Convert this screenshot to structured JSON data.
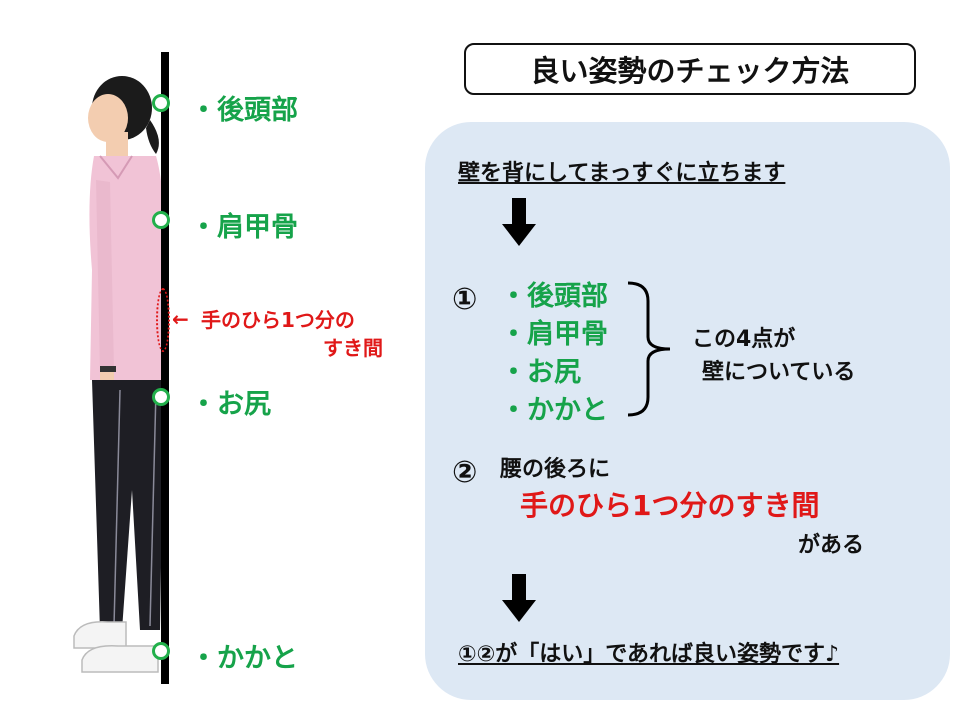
{
  "title": "良い姿勢のチェック方法",
  "contact_points": [
    "・後頭部",
    "・肩甲骨",
    "・お尻",
    "・かかと"
  ],
  "gap_note": {
    "arrow": "←",
    "line1": "手のひら1つ分の",
    "line2": "すき間"
  },
  "panel": {
    "intro": "壁を背にしてまっすぐに立ちます",
    "check1": {
      "number": "①",
      "items": [
        "・後頭部",
        "・肩甲骨",
        "・お尻",
        "・かかと"
      ],
      "note_line1": "この4点が",
      "note_line2": "壁についている"
    },
    "check2": {
      "number": "②",
      "line1": "腰の後ろに",
      "emphasis": "手のひら1つ分のすき間",
      "line3": "がある"
    },
    "conclusion": "①②が「はい」であれば良い姿勢です♪"
  },
  "colors": {
    "point_green": "#16a34a",
    "gap_red": "#e01818",
    "panel_bg": "#dde8f4"
  }
}
